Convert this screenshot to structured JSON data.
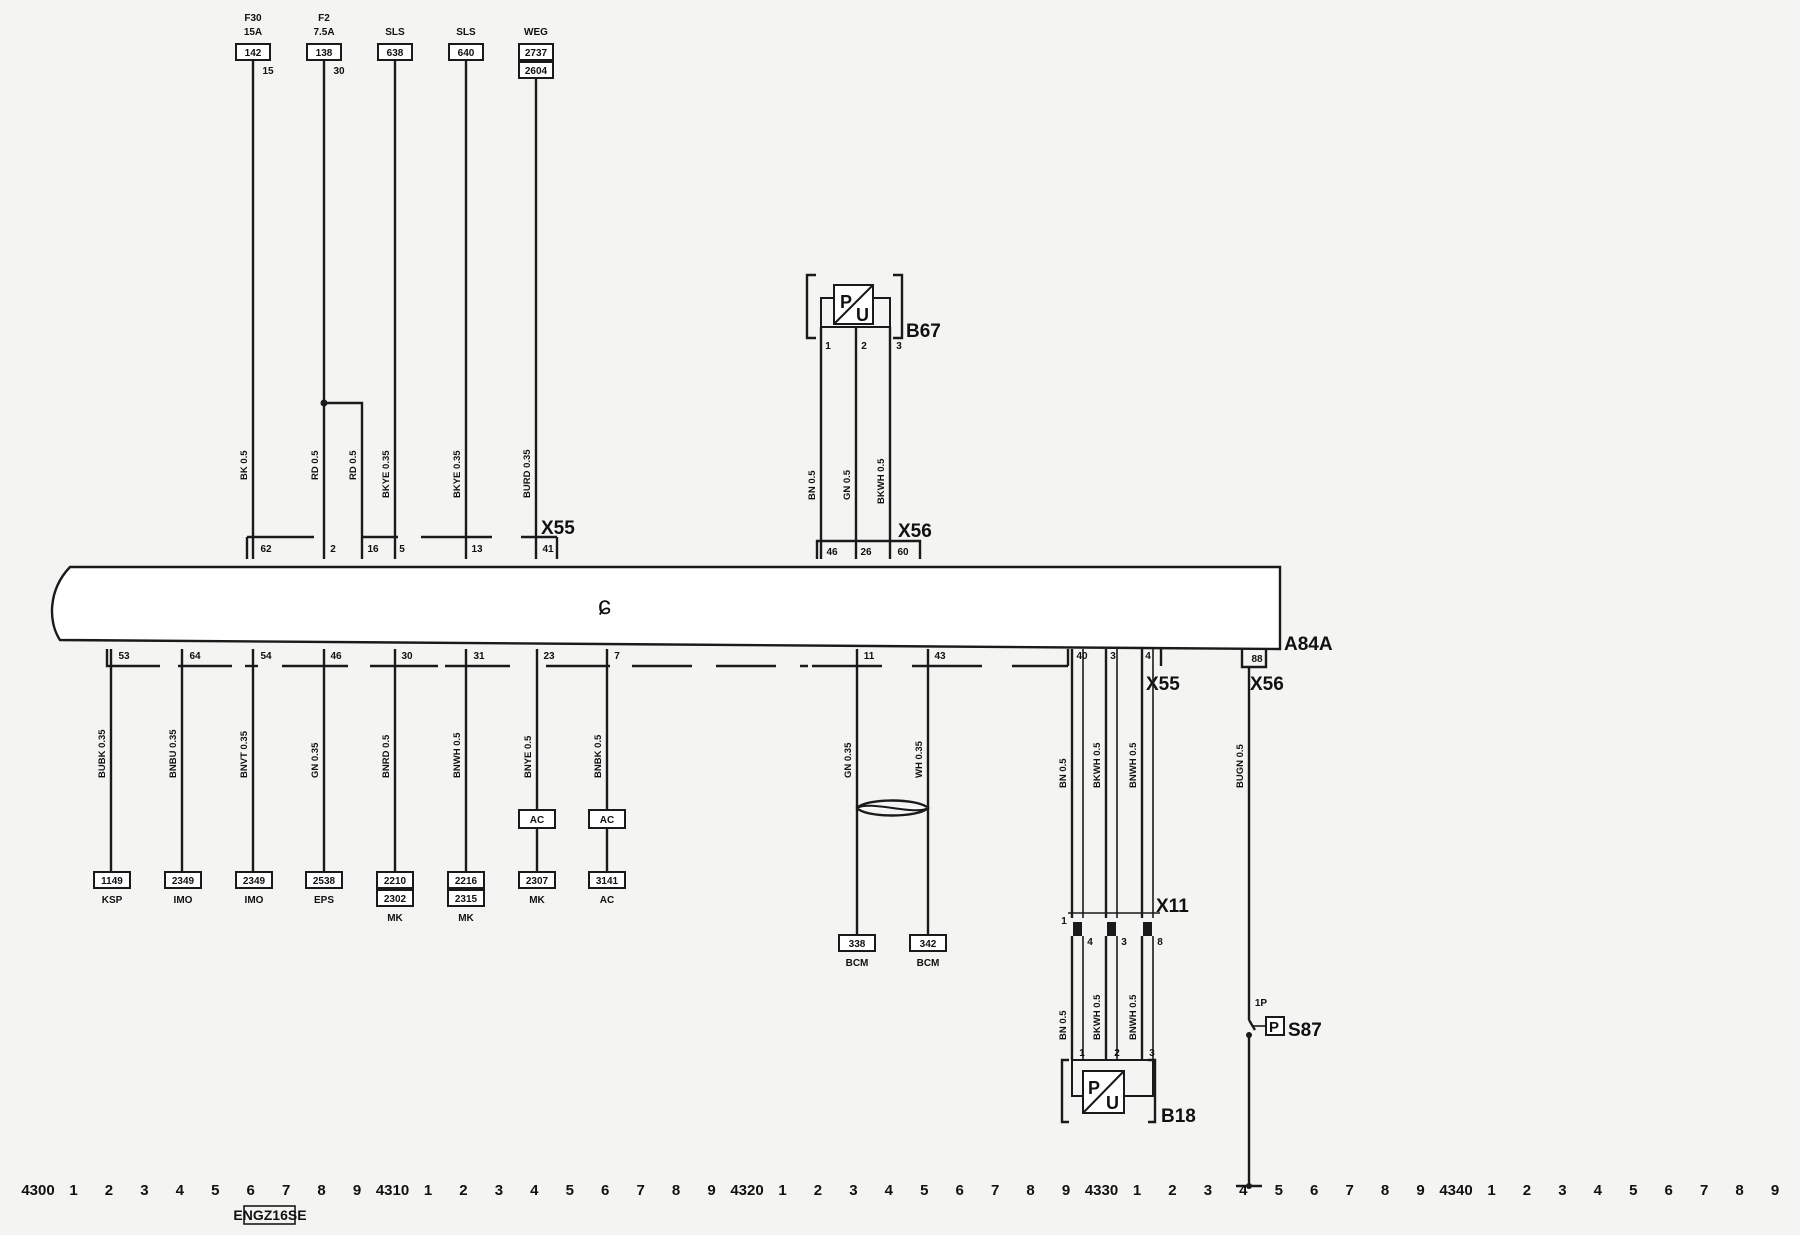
{
  "top_wires": [
    {
      "fuse": "F30",
      "rating": "15A",
      "ref": "142",
      "pin": "15",
      "color": "BK 0.5",
      "conn_pin": "62"
    },
    {
      "fuse": "F2",
      "rating": "7.5A",
      "ref": "138",
      "pin": "30",
      "color": "RD 0.5",
      "conn_pin": "2",
      "branch_color": "RD 0.5",
      "branch_pin": "16"
    },
    {
      "fuse": "SLS",
      "ref": "638",
      "color": "BKYE 0.35",
      "conn_pin": "5"
    },
    {
      "fuse": "SLS",
      "ref": "640",
      "color": "BKYE 0.35",
      "conn_pin": "13"
    },
    {
      "fuse": "WEG",
      "ref": "2737",
      "ref2": "2604",
      "color": "BURD 0.35",
      "conn_pin": "41"
    }
  ],
  "x55_top": "X55",
  "b67": {
    "label": "B67",
    "symbol_p": "P",
    "symbol_u": "U",
    "pins": [
      "1",
      "2",
      "3"
    ],
    "colors": [
      "BN 0.5",
      "GN 0.5",
      "BKWH 0.5"
    ],
    "conn_pins": [
      "46",
      "26",
      "60"
    ],
    "connector": "X56"
  },
  "module": {
    "label": "A84A",
    "mark": "ɕ"
  },
  "bottom_left": [
    {
      "pin": "53",
      "color": "BUBK 0.35",
      "ref": "1149",
      "dest": "KSP"
    },
    {
      "pin": "64",
      "color": "BNBU 0.35",
      "ref": "2349",
      "dest": "IMO"
    },
    {
      "pin": "54",
      "color": "BNVT 0.35",
      "ref": "2349",
      "dest": "IMO"
    },
    {
      "pin": "46",
      "color": "GN 0.35",
      "ref": "2538",
      "dest": "EPS"
    },
    {
      "pin": "30",
      "color": "BNRD 0.5",
      "ref": "2210",
      "ref2": "2302",
      "dest": "MK"
    },
    {
      "pin": "31",
      "color": "BNWH 0.5",
      "ref": "2216",
      "ref2": "2315",
      "dest": "MK"
    },
    {
      "pin": "23",
      "color": "BNYE 0.5",
      "ac": "AC",
      "ref": "2307",
      "dest": "MK"
    },
    {
      "pin": "7",
      "color": "BNBK 0.5",
      "ac": "AC",
      "ref": "3141",
      "dest": "AC"
    }
  ],
  "bcm": [
    {
      "pin": "11",
      "color": "GN 0.35",
      "ref": "338",
      "dest": "BCM"
    },
    {
      "pin": "43",
      "color": "WH 0.35",
      "ref": "342",
      "dest": "BCM"
    }
  ],
  "b18_group": {
    "conn_pins": [
      "40",
      "3",
      "4"
    ],
    "connector": "X55",
    "colors": [
      "BN 0.5",
      "BKWH 0.5",
      "BNWH 0.5"
    ],
    "x11": "X11",
    "x11_first": "1",
    "x11_pins": [
      "4",
      "3",
      "8"
    ],
    "colors2": [
      "BN 0.5",
      "BKWH 0.5",
      "BNWH 0.5"
    ],
    "sensor_pins": [
      "1",
      "2",
      "3"
    ],
    "label": "B18",
    "symbol_p": "P",
    "symbol_u": "U"
  },
  "s87": {
    "conn_pin": "88",
    "connector": "X56",
    "color": "BUGN 0.5",
    "switch_label": "1P",
    "symbol": "P",
    "label": "S87"
  },
  "grid": [
    "4300",
    "1",
    "2",
    "3",
    "4",
    "5",
    "6",
    "7",
    "8",
    "9",
    "4310",
    "1",
    "2",
    "3",
    "4",
    "5",
    "6",
    "7",
    "8",
    "9",
    "4320",
    "1",
    "2",
    "3",
    "4",
    "5",
    "6",
    "7",
    "8",
    "9",
    "4330",
    "1",
    "2",
    "3",
    "4",
    "5",
    "6",
    "7",
    "8",
    "9",
    "4340",
    "1",
    "2",
    "3",
    "4",
    "5",
    "6",
    "7",
    "8",
    "9"
  ],
  "engine_code": "ENGZ16SE"
}
